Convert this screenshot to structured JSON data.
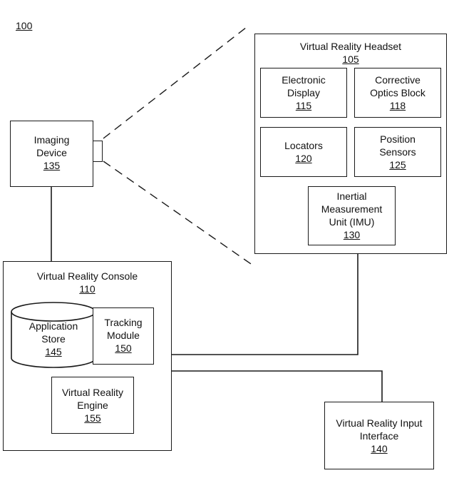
{
  "figure_number": "100",
  "headset": {
    "title": "Virtual Reality Headset",
    "number": "105",
    "electronic_display": {
      "line1": "Electronic",
      "line2": "Display",
      "number": "115"
    },
    "corrective_optics": {
      "line1": "Corrective",
      "line2": "Optics Block",
      "number": "118"
    },
    "locators": {
      "line1": "Locators",
      "number": "120"
    },
    "position_sensors": {
      "line1": "Position",
      "line2": "Sensors",
      "number": "125"
    },
    "imu": {
      "line1": "Inertial",
      "line2": "Measurement",
      "line3": "Unit (IMU)",
      "number": "130"
    }
  },
  "imaging_device": {
    "line1": "Imaging",
    "line2": "Device",
    "number": "135"
  },
  "console": {
    "title": "Virtual Reality Console",
    "number": "110",
    "application_store": {
      "line1": "Application",
      "line2": "Store",
      "number": "145"
    },
    "tracking_module": {
      "line1": "Tracking",
      "line2": "Module",
      "number": "150"
    },
    "engine": {
      "line1": "Virtual Reality",
      "line2": "Engine",
      "number": "155"
    }
  },
  "input_interface": {
    "line1": "Virtual Reality Input",
    "line2": "Interface",
    "number": "140"
  }
}
